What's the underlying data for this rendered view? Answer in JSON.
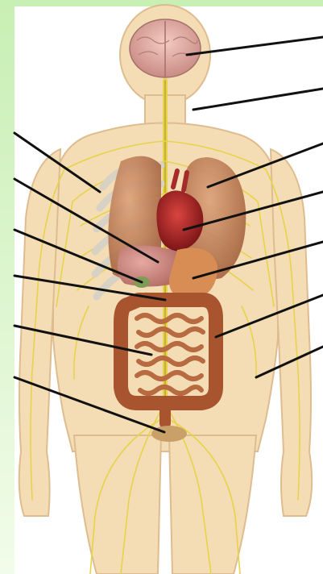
{
  "figure": {
    "subject": "human-anatomy-organs-and-nervous-system",
    "background_gradient": [
      "#c8efb4",
      "#f2fcea"
    ],
    "colors": {
      "skin": "#f4dcb0",
      "skin_outline": "#ddb98a",
      "nerves": "#e7d34a",
      "brain": "#e8b6ad",
      "lungs": "#c98a63",
      "heart": "#b5262a",
      "liver": "#b5605a",
      "stomach": "#d88d55",
      "intestines": "#a8552f",
      "bladder": "#c9a067",
      "ribs": "#d7d2c4",
      "leader_lines": "#111111"
    }
  },
  "labels": [
    {
      "id": "brain",
      "text": ""
    },
    {
      "id": "spinal-cord",
      "text": ""
    },
    {
      "id": "lungs",
      "text": ""
    },
    {
      "id": "heart",
      "text": ""
    },
    {
      "id": "stomach",
      "text": ""
    },
    {
      "id": "large-intestine",
      "text": ""
    },
    {
      "id": "nerves",
      "text": ""
    },
    {
      "id": "ribs",
      "text": ""
    },
    {
      "id": "liver",
      "text": ""
    },
    {
      "id": "gallbladder",
      "text": ""
    },
    {
      "id": "pancreas",
      "text": ""
    },
    {
      "id": "small-intestine",
      "text": ""
    },
    {
      "id": "bladder",
      "text": ""
    }
  ]
}
